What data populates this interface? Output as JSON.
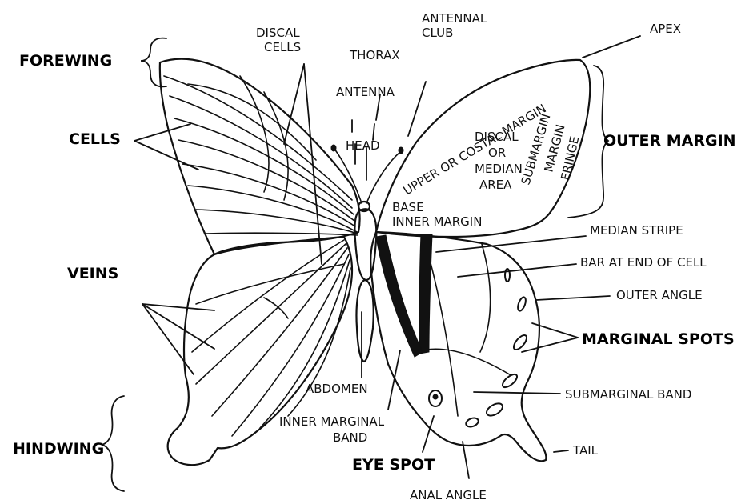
{
  "labels": {
    "forewing": "FOREWING",
    "cells": "CELLS",
    "veins": "VEINS",
    "hindwing": "HINDWING",
    "discal_cells_1": "DISCAL",
    "discal_cells_2": "CELLS",
    "thorax": "THORAX",
    "antennal_club_1": "ANTENNAL",
    "antennal_club_2": "CLUB",
    "antenna": "ANTENNA",
    "head": "HEAD",
    "apex": "APEX",
    "upper_costal_margin": "UPPER OR COSTAL MARGIN",
    "discal_area_1": "DISCAL",
    "discal_area_2": "OR",
    "discal_area_3": "MEDIAN",
    "discal_area_4": "AREA",
    "submargin": "SUBMARGIN",
    "margin": "MARGIN",
    "fringe": "FRINGE",
    "outer_margin": "OUTER MARGIN",
    "base": "BASE",
    "inner_margin": "INNER MARGIN",
    "median_stripe": "MEDIAN STRIPE",
    "bar_end_cell": "BAR AT END OF CELL",
    "outer_angle": "OUTER ANGLE",
    "marginal_spots": "MARGINAL SPOTS",
    "submarginal_band": "SUBMARGINAL BAND",
    "tail": "TAIL",
    "abdomen": "ABDOMEN",
    "inner_marginal_band_1": "INNER MARGINAL",
    "inner_marginal_band_2": "BAND",
    "eye_spot": "EYE SPOT",
    "anal_angle": "ANAL ANGLE"
  }
}
